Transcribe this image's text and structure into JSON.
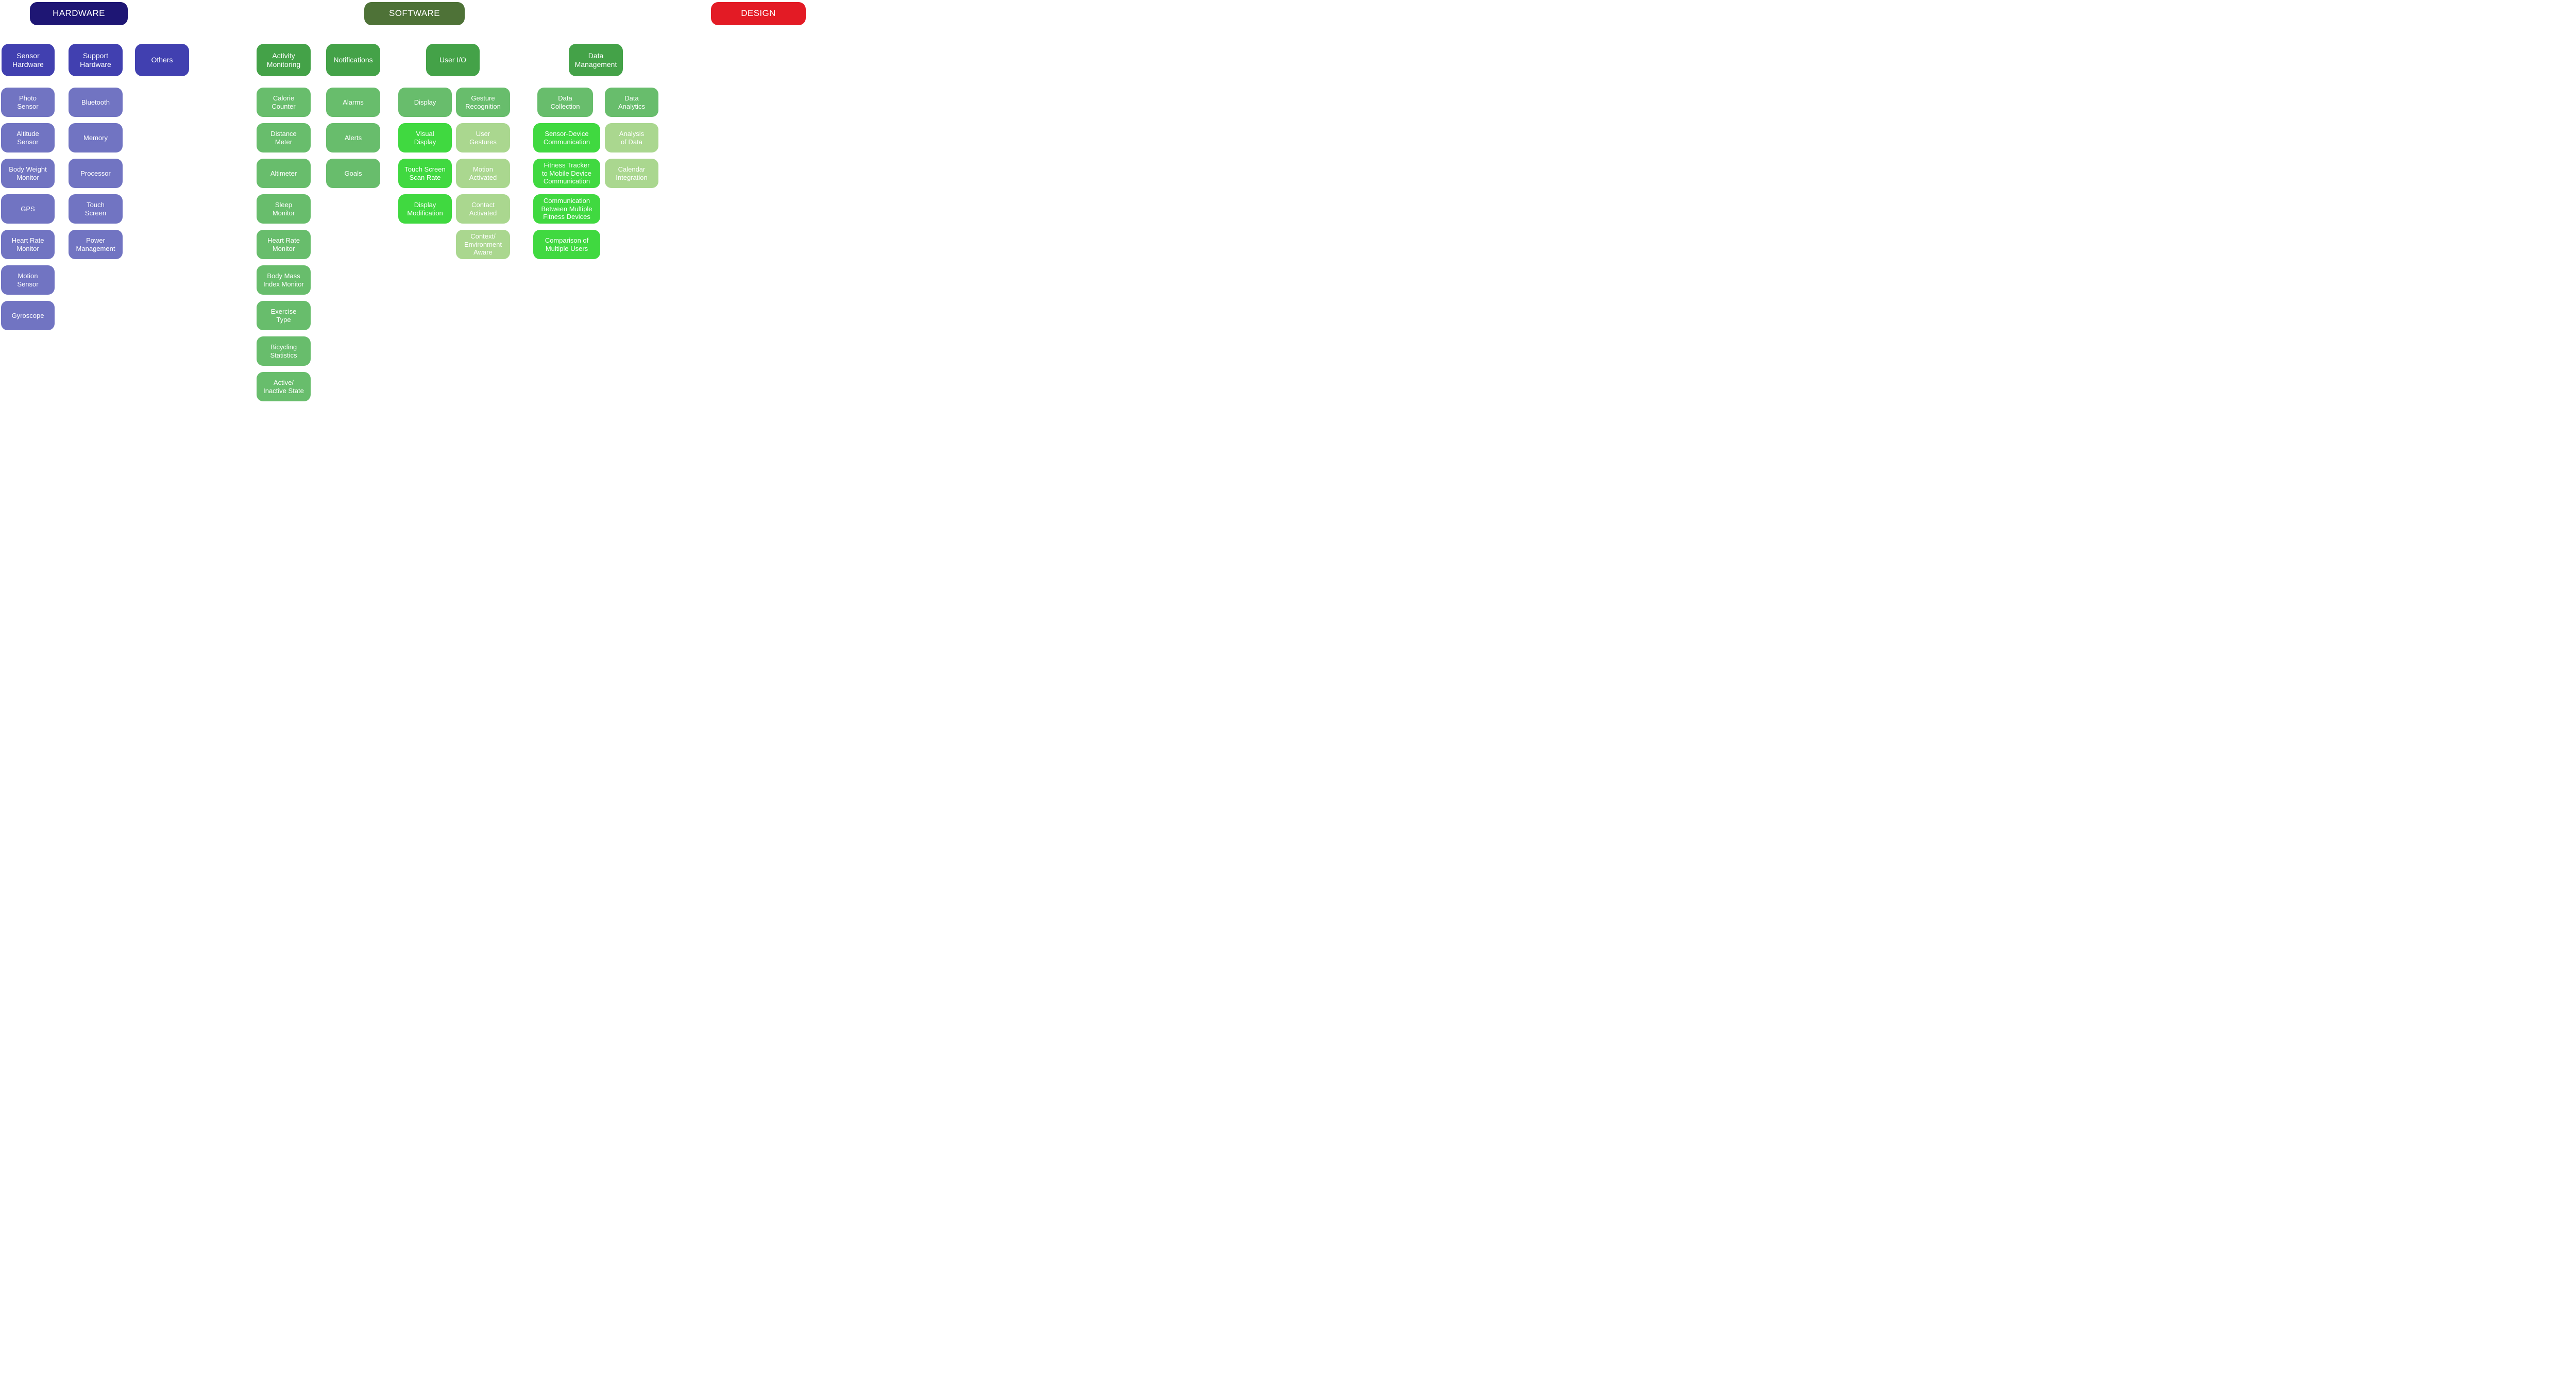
{
  "palette": {
    "navy": "#1e1674",
    "indigo": "#4140b0",
    "periwinkle": "#7174c2",
    "olive": "#4e7237",
    "green_dark": "#44a248",
    "green_mid": "#68bd6c",
    "green_bright": "#40d940",
    "green_light": "#aad78f",
    "red": "#e31b25",
    "text": "#ffffff",
    "background": "#ffffff"
  },
  "top": {
    "hardware": "HARDWARE",
    "software": "SOFTWARE",
    "design": "DESIGN"
  },
  "hardware": {
    "sensor": {
      "header": "Sensor\nHardware",
      "items": [
        "Photo\nSensor",
        "Altitude\nSensor",
        "Body Weight\nMonitor",
        "GPS",
        "Heart Rate\nMonitor",
        "Motion\nSensor",
        "Gyroscope"
      ]
    },
    "support": {
      "header": "Support\nHardware",
      "items": [
        "Bluetooth",
        "Memory",
        "Processor",
        "Touch\nScreen",
        "Power\nManagement"
      ]
    },
    "others": {
      "header": "Others"
    }
  },
  "software": {
    "activity": {
      "header": "Activity\nMonitoring",
      "items": [
        "Calorie\nCounter",
        "Distance\nMeter",
        "Altimeter",
        "Sleep\nMonitor",
        "Heart Rate\nMonitor",
        "Body Mass\nIndex Monitor",
        "Exercise\nType",
        "Bicycling\nStatistics",
        "Active/\nInactive State"
      ]
    },
    "notifications": {
      "header": "Notifications",
      "items": [
        "Alarms",
        "Alerts",
        "Goals"
      ]
    },
    "user_io": {
      "header": "User I/O",
      "display": {
        "header": "Display",
        "items": [
          "Visual\nDisplay",
          "Touch Screen\nScan Rate",
          "Display\nModification"
        ]
      },
      "gesture": {
        "header": "Gesture\nRecognition",
        "items": [
          "User\nGestures",
          "Motion\nActivated",
          "Contact\nActivated",
          "Context/\nEnvironment\nAware"
        ]
      }
    },
    "data_management": {
      "header": "Data\nManagement",
      "collection": {
        "header": "Data\nCollection",
        "items": [
          "Sensor-Device\nCommunication",
          "Fitness Tracker\nto Mobile Device\nCommunication",
          "Communication\nBetween Multiple\nFitness Devices",
          "Comparison of\nMultiple Users"
        ]
      },
      "analytics": {
        "header": "Data\nAnalytics",
        "items": [
          "Analysis\nof Data",
          "Calendar\nIntegration"
        ]
      }
    }
  }
}
